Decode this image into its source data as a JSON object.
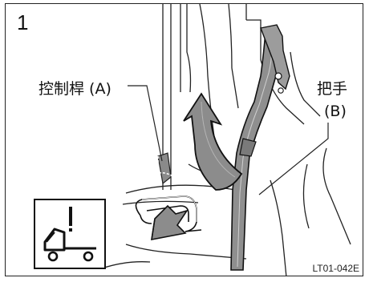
{
  "figure": {
    "step_number": "1",
    "lever_label": "控制桿 (A)",
    "handle_label_line1": "把手",
    "handle_label_line2": "(B)",
    "figure_code": "LT01-042E"
  },
  "icons": {
    "warning_symbol": "truck-warning-icon"
  }
}
